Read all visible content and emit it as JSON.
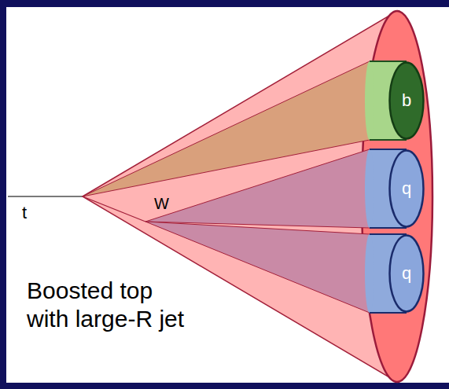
{
  "diagram": {
    "nodes": [
      {
        "text": [
          "b"
        ]
      },
      {
        "text": [
          "q"
        ]
      },
      {
        "text": [
          "q"
        ]
      }
    ],
    "labels": [
      "t",
      "W",
      "Boosted top with large-R jet"
    ]
  }
}
